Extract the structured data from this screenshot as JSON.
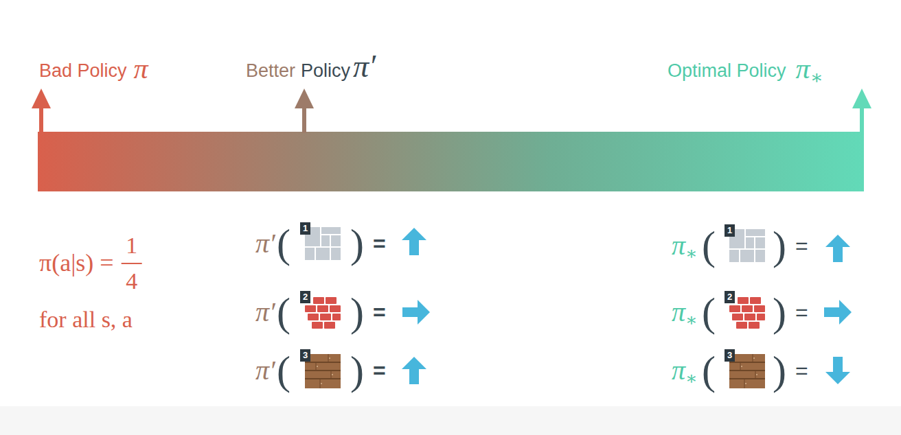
{
  "diagram": {
    "labels": [
      "Bad Policy",
      "π",
      "Better",
      "Policy",
      "π′",
      "Optimal Policy",
      "π",
      "∗",
      "π(a|s) =",
      "1",
      "4",
      "for all s, a",
      "π′",
      "(",
      "1",
      ")",
      "=",
      "π′",
      "(",
      "2",
      ")",
      "=",
      "π′",
      "(",
      "3",
      ")",
      "=",
      "π",
      "∗",
      "(",
      "1",
      ")",
      "=",
      "π",
      "∗",
      "(",
      "2",
      ")",
      "=",
      "π",
      "∗",
      "(",
      "3",
      ")",
      "="
    ]
  }
}
